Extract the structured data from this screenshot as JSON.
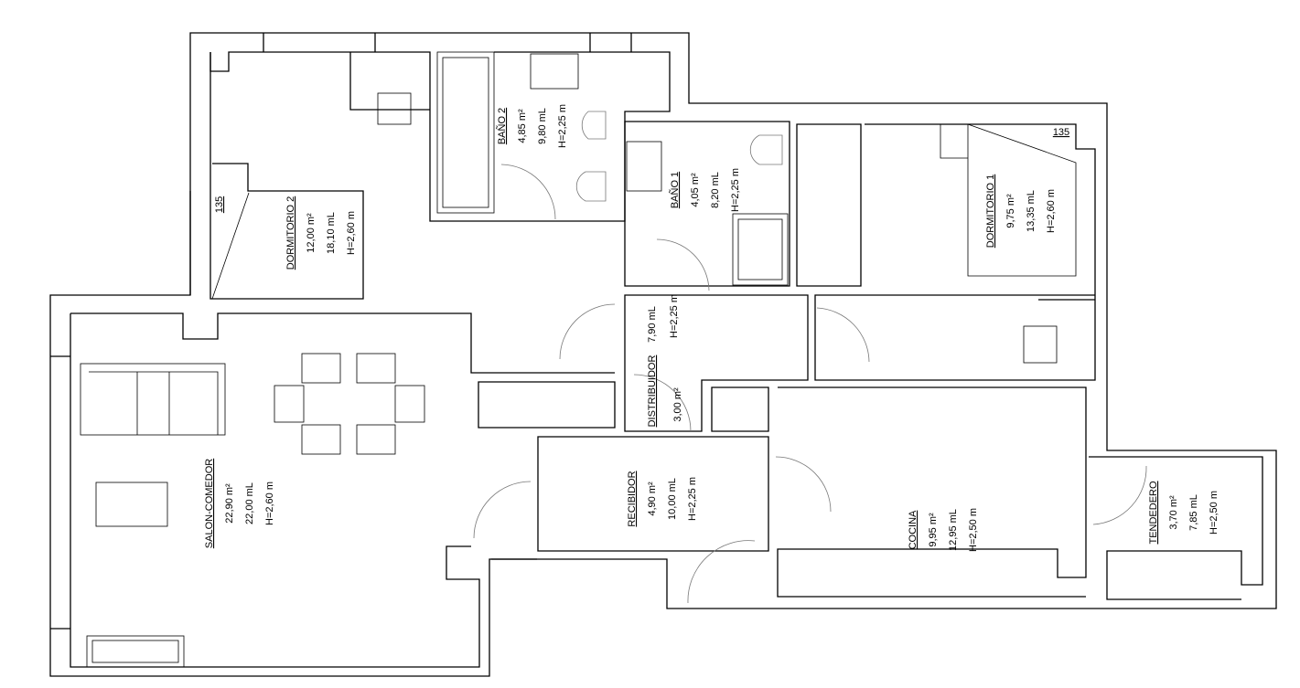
{
  "rooms": {
    "salon": {
      "name": "SALON-COMEDOR",
      "area": "22,90 m²",
      "perimeter": "22,00 mL",
      "height": "H=2,60 m"
    },
    "dormitorio2": {
      "name": "DORMITORIO 2",
      "area": "12,00 m²",
      "perimeter": "18,10 mL",
      "height": "H=2,60 m",
      "bed_width": "135"
    },
    "bano2": {
      "name": "BAÑO 2",
      "area": "4,85 m²",
      "perimeter": "9,80 mL",
      "height": "H=2,25 m"
    },
    "bano1": {
      "name": "BAÑO 1",
      "area": "4,05 m²",
      "perimeter": "8,20 mL",
      "height": "H=2,25 m"
    },
    "dormitorio1": {
      "name": "DORMITORIO 1",
      "area": "9,75 m²",
      "perimeter": "13,35 mL",
      "height": "H=2,60 m",
      "bed_width": "135"
    },
    "distribuidor": {
      "name": "DISTRIBUIDOR",
      "area": "3,00 m²",
      "perimeter": "7,90 mL",
      "height": "H=2,25 m"
    },
    "recibidor": {
      "name": "RECIBIDOR",
      "area": "4,90 m²",
      "perimeter": "10,00 mL",
      "height": "H=2,25 m"
    },
    "cocina": {
      "name": "COCINA",
      "area": "9,95 m²",
      "perimeter": "12,95 mL",
      "height": "H=2,50 m"
    },
    "tendedero": {
      "name": "TENDEDERO",
      "area": "3,70 m²",
      "perimeter": "7,85 mL",
      "height": "H=2,50 m"
    }
  }
}
